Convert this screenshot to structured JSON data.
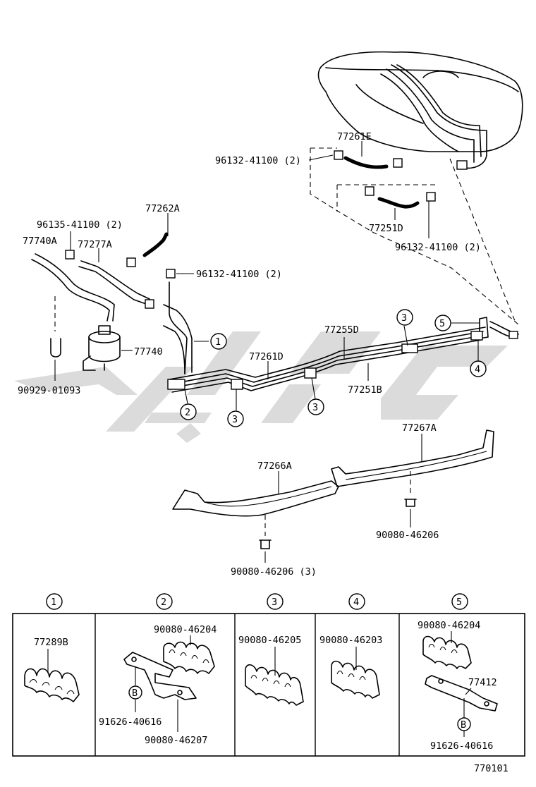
{
  "labels": {
    "p77261E": "77261E",
    "clip_tank_left": "96132-41100 (2)",
    "p77251D": "77251D",
    "clip_tank_right": "96132-41100 (2)",
    "p77262A": "77262A",
    "clip96135": "96135-41100 (2)",
    "p77740A": "77740A",
    "p77277A": "77277A",
    "clip_mid": "96132-41100 (2)",
    "p77740": "77740",
    "p90929": "90929-01093",
    "p77255D": "77255D",
    "p77261D": "77261D",
    "p77251B": "77251B",
    "p77267A": "77267A",
    "p77266A": "77266A",
    "bolt_right": "90080-46206",
    "bolt_left": "90080-46206 (3)",
    "diagram_number": "770101"
  },
  "callouts": {
    "c1": "1",
    "c2": "2",
    "c3": "3",
    "c4": "4",
    "c5": "5",
    "b": "B"
  },
  "detail_table": {
    "headers": [
      "1",
      "2",
      "3",
      "4",
      "5"
    ],
    "cell1": {
      "part": "77289B"
    },
    "cell2": {
      "clamp": "90080-46204",
      "bolt": "91626-40616",
      "bracket": "90080-46207"
    },
    "cell3": {
      "clamp": "90080-46205"
    },
    "cell4": {
      "clamp": "90080-46203"
    },
    "cell5": {
      "clamp": "90080-46204",
      "bracket": "77412",
      "bolt": "91626-40616"
    }
  },
  "watermark": "clip-art logo watermark (grey)"
}
